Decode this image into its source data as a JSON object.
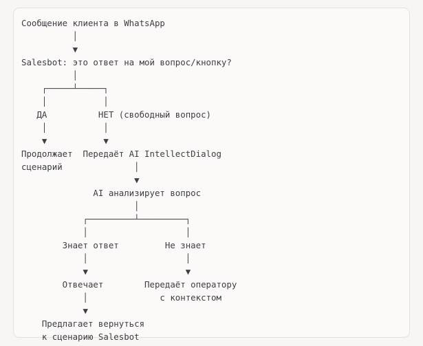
{
  "card": {
    "background_color": "#fbfaf8",
    "border_color": "#e4e1da",
    "page_background_color": "#f7f6f3",
    "text_color": "#3d3d44"
  },
  "diagram": {
    "type": "ascii-flowchart",
    "title": "",
    "icons": {
      "down-arrow": "▼",
      "vertical-line": "│",
      "branch-left": "┌",
      "branch-right": "┐",
      "branch-tee": "┬",
      "horizontal-line": "─"
    },
    "nodes": [
      {
        "id": "start",
        "label": "Сообщение клиента в WhatsApp"
      },
      {
        "id": "salesbot-question",
        "label": "Salesbot: это ответ на мой вопрос/кнопку?"
      },
      {
        "id": "branch-yes",
        "label": "ДА"
      },
      {
        "id": "branch-no",
        "label": "НЕТ (свободный вопрос)"
      },
      {
        "id": "continue-scenario",
        "label": "Продолжает сценарий"
      },
      {
        "id": "handoff-ai",
        "label": "Передаёт AI IntellectDialog"
      },
      {
        "id": "ai-analyze",
        "label": "AI анализирует вопрос"
      },
      {
        "id": "ai-knows",
        "label": "Знает ответ"
      },
      {
        "id": "ai-unknown",
        "label": "Не знает"
      },
      {
        "id": "ai-answers",
        "label": "Отвечает"
      },
      {
        "id": "handoff-operator",
        "label": "Передаёт оператору с контекстом"
      },
      {
        "id": "return-salesbot",
        "label": "Предлагает вернуться к сценарию Salesbot"
      }
    ],
    "lines": [
      "Сообщение клиента в WhatsApp",
      "          │",
      "          ▼",
      "Salesbot: это ответ на мой вопрос/кнопку?",
      "          │",
      "    ┌─────┴─────┐",
      "    │           │",
      "   ДА          НЕТ (свободный вопрос)",
      "    │           │",
      "    ▼           ▼",
      "Продолжает  Передаёт AI IntellectDialog",
      "сценарий              │",
      "                      ▼",
      "              AI анализирует вопрос",
      "                      │",
      "            ┌─────────┴─────────┐",
      "            │                   │",
      "        Знает ответ         Не знает",
      "            │                   │",
      "            ▼                   ▼",
      "        Отвечает        Передаёт оператору",
      "            │              с контекстом",
      "            ▼",
      "    Предлагает вернуться",
      "    к сценарию Salesbot"
    ]
  }
}
